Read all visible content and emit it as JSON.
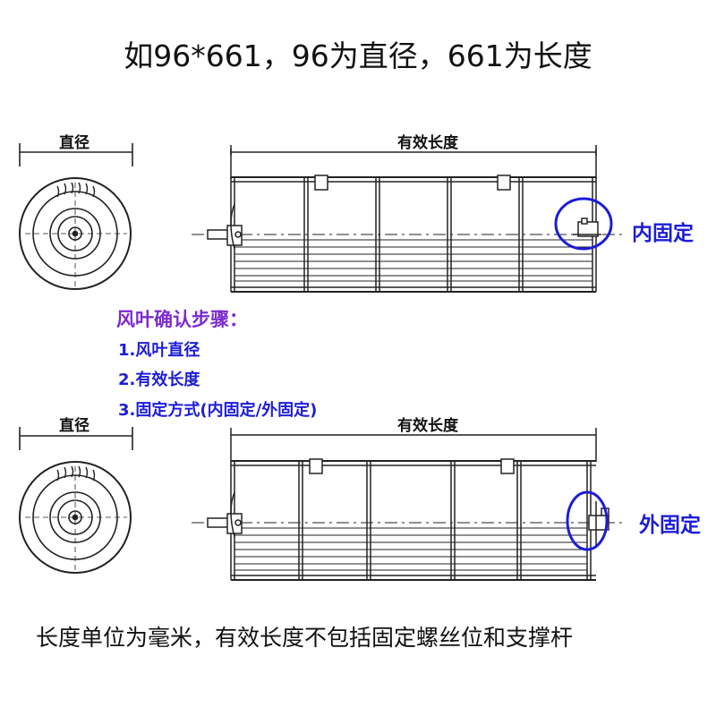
{
  "title": "如96*661，96为直径，661为长度",
  "labels": {
    "diameter": "直径",
    "effective_length": "有效长度",
    "inner_fixing": "内固定",
    "outer_fixing": "外固定"
  },
  "steps": {
    "heading": "风叶确认步骤：",
    "items": [
      "1.风叶直径",
      "2.有效长度",
      "3.固定方式(内固定/外固定)"
    ]
  },
  "footer": "长度单位为毫米，有效长度不包括固定螺丝位和支撑杆",
  "colors": {
    "callout_blue": "#1c1cd6",
    "heading_purple": "#7b2bd0",
    "line": "#222222"
  }
}
